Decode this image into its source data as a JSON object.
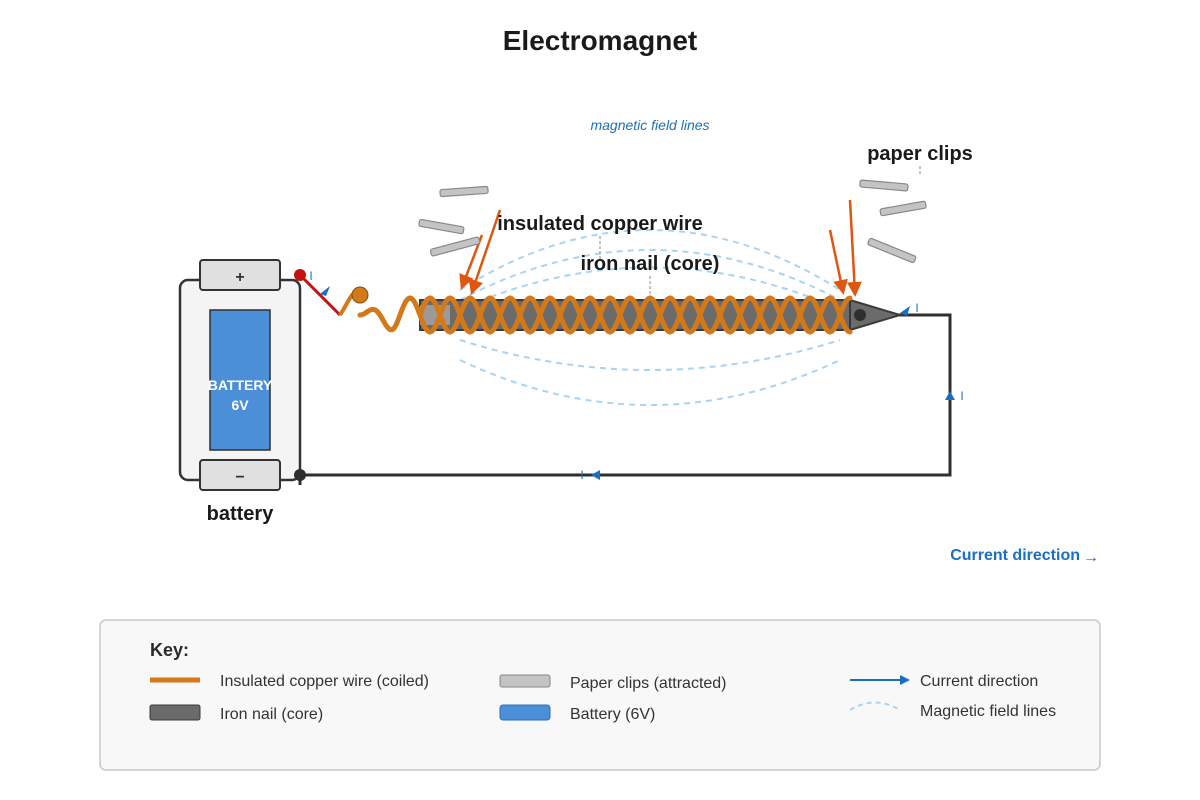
{
  "title": "Electromagnet",
  "labels": {
    "magnetic_field_lines": "magnetic field lines",
    "paper_clips": "paper clips",
    "insulated_copper_wire": "insulated copper wire",
    "iron_nail": "iron nail (core)",
    "battery": "battery",
    "current_direction": "Current direction",
    "current_arrow_glyph": "→",
    "current_symbol": "I"
  },
  "battery": {
    "plus": "+",
    "minus": "−",
    "name": "BATTERY",
    "voltage": "6V"
  },
  "key": {
    "title": "Key:",
    "items": {
      "copper_wire": "Insulated copper wire (coiled)",
      "iron_nail": "Iron nail (core)",
      "paper_clips": "Paper clips (attracted)",
      "battery": "Battery (6V)",
      "current_direction": "Current direction",
      "field_lines": "Magnetic field lines"
    }
  },
  "colors": {
    "copper": "#d4791a",
    "iron": "#6b6b6b",
    "battery": "#4a8fd8",
    "clip": "#c4c4c4",
    "current": "#1a6fc0",
    "field": "#a9d4f0",
    "force_arrow": "#e0560f",
    "wire": "#2f2f2f",
    "switch": "#c41010"
  },
  "icons": {
    "switch_terminal": "switch-terminal-icon",
    "connector": "connector-icon"
  }
}
